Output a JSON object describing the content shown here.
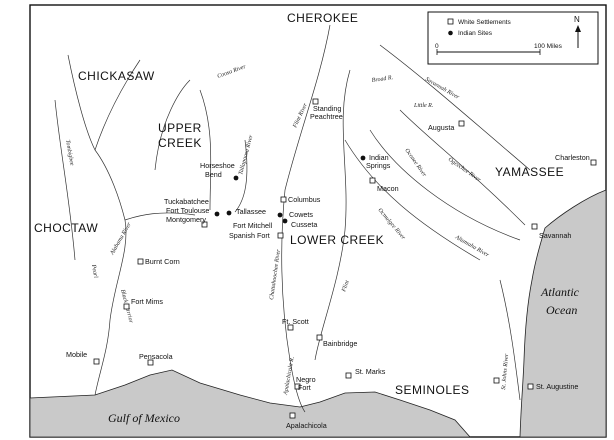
{
  "legend": {
    "white_settlements": "White Settlements",
    "indian_sites": "Indian Sites",
    "north": "N",
    "scale_zero": "0",
    "scale_max": "100 Miles"
  },
  "nations": {
    "cherokee": "CHEROKEE",
    "chickasaw": "CHICKASAW",
    "upper_creek_1": "UPPER",
    "upper_creek_2": "CREEK",
    "choctaw": "CHOCTAW",
    "lower_creek": "LOWER CREEK",
    "yamassee": "YAMASSEE",
    "seminoles": "SEMINOLES"
  },
  "water": {
    "gulf": "Gulf of Mexico",
    "atlantic_1": "Atlantic",
    "atlantic_2": "Ocean"
  },
  "white_settlements": {
    "standing_peachtree_1": "Standing",
    "standing_peachtree_2": "Peachtree",
    "augusta": "Augusta",
    "charleston": "Charleston",
    "macon": "Macon",
    "columbus": "Columbus",
    "fort_toulouse": "Fort Toulouse",
    "montgomery": "Montgomery",
    "fort_mitchell": "Fort Mitchell",
    "spanish_fort": "Spanish Fort",
    "burnt_corn": "Burnt Corn",
    "fort_mims": "Fort Mims",
    "savannah": "Savannah",
    "mobile": "Mobile",
    "pensacola": "Pensacola",
    "ft_scott": "Ft. Scott",
    "bainbridge": "Bainbridge",
    "st_marks": "St. Marks",
    "negro_fort_1": "Negro",
    "negro_fort_2": "Fort",
    "apalachicola": "Apalachicola",
    "st_augustine": "St. Augustine"
  },
  "indian_sites": {
    "horseshoe_bend_1": "Horseshoe",
    "horseshoe_bend_2": "Bend",
    "tuckabatchee": "Tuckabatchee",
    "tallassee": "Tallassee",
    "cowets": "Cowets",
    "cusseta": "Cusseta",
    "indian_springs_1": "Indian",
    "indian_springs_2": "Springs"
  },
  "rivers": {
    "coosa": "Coosa River",
    "tallapoosa": "Tallapoosa River",
    "tombigbee": "Tombigbee",
    "alabama": "Alabama River",
    "flint_north": "Flint River",
    "chattahoochee": "Chattahoochee River",
    "savannah": "Savannah River",
    "broad": "Broad R.",
    "little": "Little R.",
    "ogeechee": "Ogeechee River",
    "oconee": "Oconee River",
    "ocmulgee": "Ocmulgee River",
    "altamaha": "Altamaha River",
    "apalachicola": "Apalachicola R.",
    "flint": "Flint",
    "st_johns": "St. Johns River",
    "pearl": "Pearl",
    "black_warrior": "Black Warrior"
  }
}
